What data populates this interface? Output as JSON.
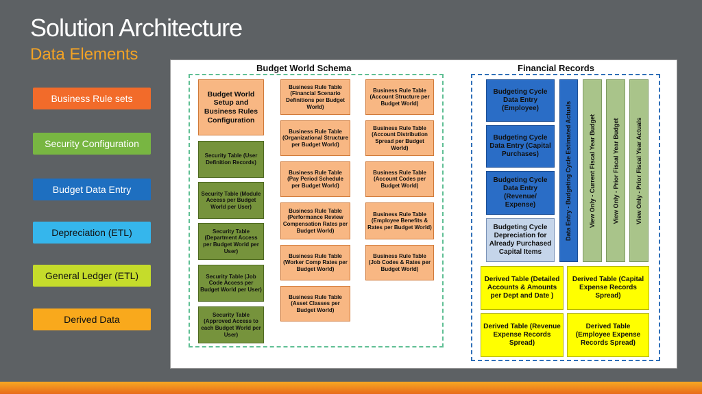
{
  "header": {
    "title": "Solution Architecture",
    "subtitle": "Data Elements"
  },
  "legend": [
    {
      "label": "Business Rule sets",
      "color": "#f26b2a"
    },
    {
      "label": "Security Configuration",
      "color": "#78b642"
    },
    {
      "label": "Budget Data Entry",
      "color": "#1e6fc0"
    },
    {
      "label": "Depreciation (ETL)",
      "color": "#35b6ec"
    },
    {
      "label": "General Ledger (ETL)",
      "color": "#c5dc2b"
    },
    {
      "label": "Derived Data",
      "color": "#f9a91c"
    }
  ],
  "budget_world": {
    "title": "Budget World Schema",
    "setup": "Budget World Setup and Business Rules Configuration",
    "security_tables": [
      "Security Table (User Definition Records)",
      "Security Table (Module Access per Budget World per User)",
      "Security Table (Department Access per Budget World per User)",
      "Security Table (Job Code Access per Budget World per User)",
      "Security Table (Approved Access to each Budget World per User)"
    ],
    "rule_tables_col1": [
      "Business Rule Table (Financial Scenario Definitions per Budget World)",
      "Business Rule Table (Organizational Structure per Budget World)",
      "Business Rule Table (Pay Period Schedule per Budget World)",
      "Business Rule Table (Performance Review Compensation Rates per Budget World)",
      "Business Rule Table (Worker Comp Rates per Budget World)",
      "Business Rule Table (Asset Classes per Budget World)"
    ],
    "rule_tables_col2": [
      "Business Rule Table (Account Structure per Budget World)",
      "Business Rule Table (Account Distribution Spread per Budget World)",
      "Business Rule Table (Account Codes per Budget World)",
      "Business Rule Table (Employee Benefits & Rates per Budget World)",
      "Business Rule Table (Job Codes & Rates per Budget World)"
    ]
  },
  "financial_records": {
    "title": "Financial Records",
    "entry_boxes": [
      "Budgeting Cycle Data Entry (Employee)",
      "Budgeting Cycle Data Entry (Capital Purchases)",
      "Budgeting Cycle Data Entry (Revenue/ Expense)"
    ],
    "depreciation_box": "Budgeting Cycle Depreciation for Already Purchased Capital Items",
    "vertical_bars": [
      "Data Entry - Budgeting Cycle Estimated Actuals",
      "View Only - Current Fiscal Year Budget",
      "View Only - Prior Fiscal Year Budget",
      "View Only - Prior Fiscal Year Actuals"
    ],
    "derived_tables": [
      "Derived Table (Detailed Accounts & Amounts per Dept and Date )",
      "Derived Table (Capital Expense Records Spread)",
      "Derived Table (Revenue Expense Records Spread)",
      "Derived Table (Employee Expense Records Spread)"
    ]
  }
}
